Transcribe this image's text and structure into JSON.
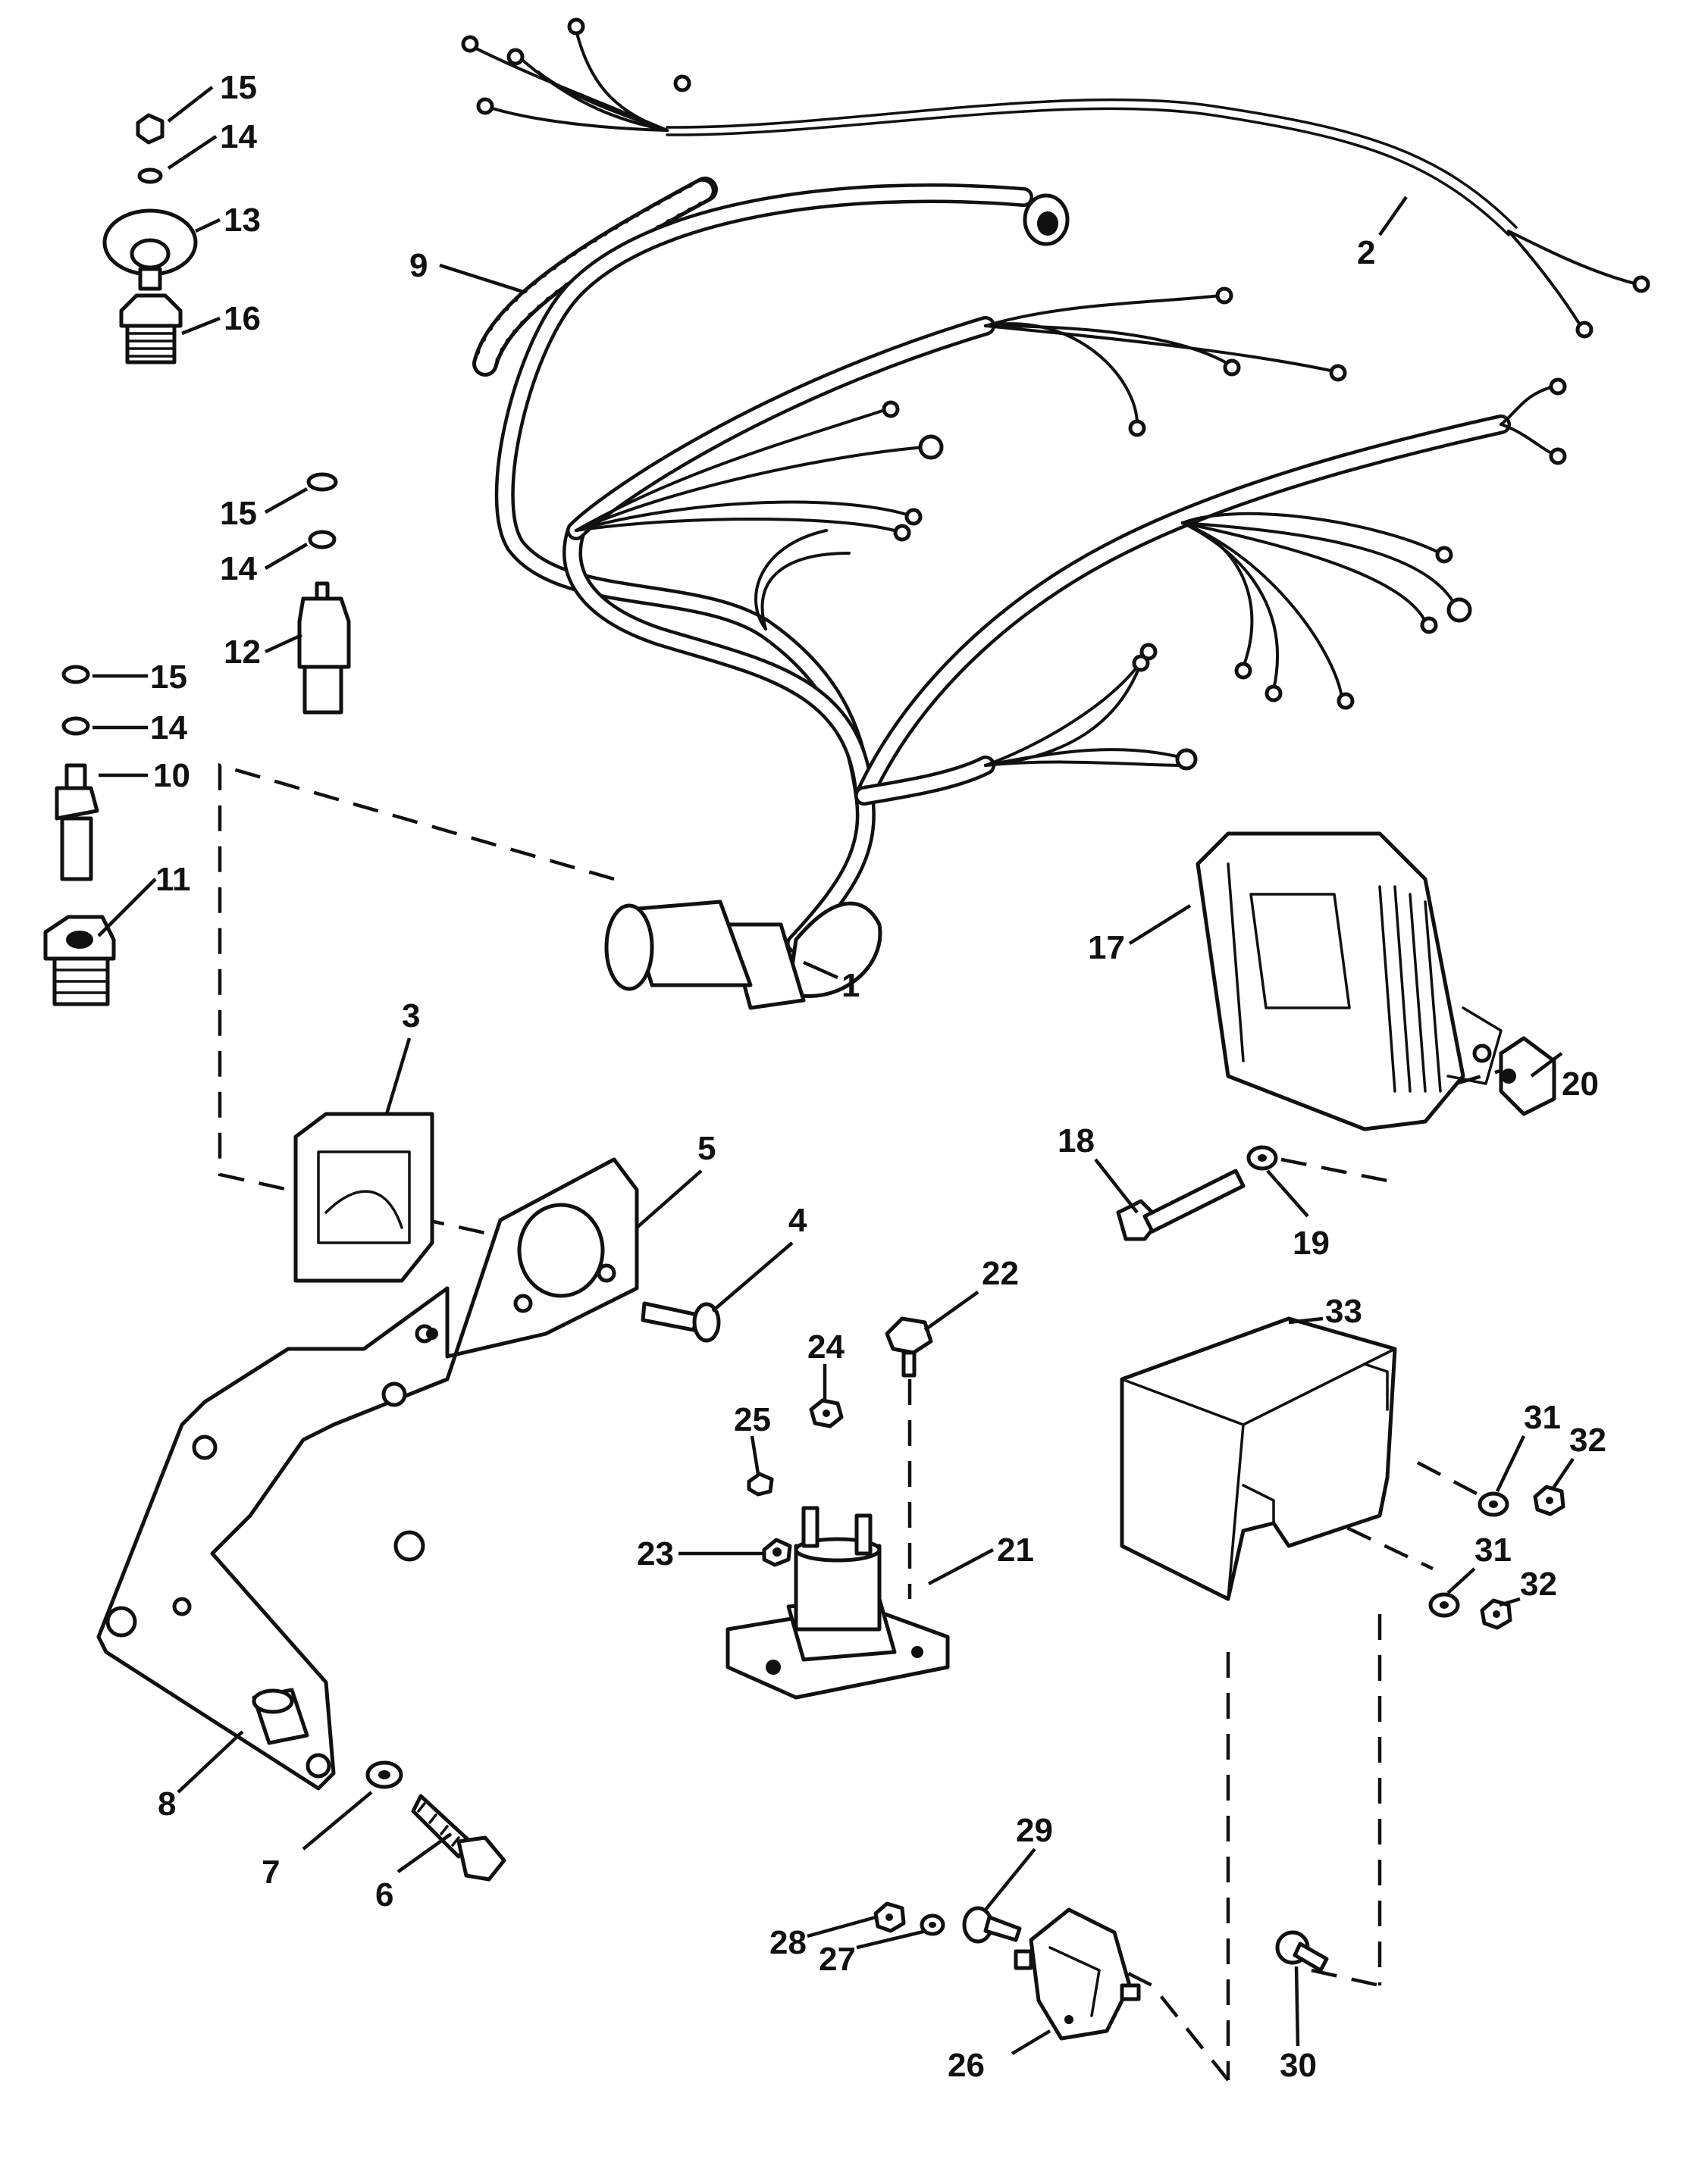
{
  "diagram": {
    "type": "exploded-parts-view",
    "colors": {
      "ink": "#111111",
      "paper": "#ffffff"
    },
    "callouts": [
      {
        "key": "c1",
        "label": "1",
        "part": "wiring-harness"
      },
      {
        "key": "c2",
        "label": "2",
        "part": "harness-extension"
      },
      {
        "key": "c3",
        "label": "3",
        "part": "gasket"
      },
      {
        "key": "c4",
        "label": "4",
        "part": "screw"
      },
      {
        "key": "c5",
        "label": "5",
        "part": "mounting-bracket"
      },
      {
        "key": "c6",
        "label": "6",
        "part": "bolt"
      },
      {
        "key": "c7",
        "label": "7",
        "part": "washer"
      },
      {
        "key": "c8",
        "label": "8",
        "part": "spacer"
      },
      {
        "key": "c9",
        "label": "9",
        "part": "convoluted-tubing"
      },
      {
        "key": "c10",
        "label": "10",
        "part": "sender"
      },
      {
        "key": "c11",
        "label": "11",
        "part": "adaptor"
      },
      {
        "key": "c12",
        "label": "12",
        "part": "sender"
      },
      {
        "key": "c13",
        "label": "13",
        "part": "switch"
      },
      {
        "key": "c14a",
        "label": "14",
        "part": "lockwasher"
      },
      {
        "key": "c14b",
        "label": "14",
        "part": "lockwasher"
      },
      {
        "key": "c14c",
        "label": "14",
        "part": "lockwasher"
      },
      {
        "key": "c15a",
        "label": "15",
        "part": "nut"
      },
      {
        "key": "c15b",
        "label": "15",
        "part": "nut"
      },
      {
        "key": "c15c",
        "label": "15",
        "part": "nut"
      },
      {
        "key": "c16",
        "label": "16",
        "part": "adaptor"
      },
      {
        "key": "c17",
        "label": "17",
        "part": "ignition-module"
      },
      {
        "key": "c18",
        "label": "18",
        "part": "bolt"
      },
      {
        "key": "c19",
        "label": "19",
        "part": "washer"
      },
      {
        "key": "c20",
        "label": "20",
        "part": "spacer"
      },
      {
        "key": "c21",
        "label": "21",
        "part": "starter-solenoid"
      },
      {
        "key": "c22",
        "label": "22",
        "part": "screw"
      },
      {
        "key": "c23",
        "label": "23",
        "part": "nut"
      },
      {
        "key": "c24",
        "label": "24",
        "part": "nut"
      },
      {
        "key": "c25",
        "label": "25",
        "part": "nut"
      },
      {
        "key": "c26",
        "label": "26",
        "part": "circuit-breaker"
      },
      {
        "key": "c27",
        "label": "27",
        "part": "lockwasher"
      },
      {
        "key": "c28",
        "label": "28",
        "part": "nut"
      },
      {
        "key": "c29",
        "label": "29",
        "part": "screw"
      },
      {
        "key": "c30",
        "label": "30",
        "part": "screw"
      },
      {
        "key": "c31a",
        "label": "31",
        "part": "washer"
      },
      {
        "key": "c31b",
        "label": "31",
        "part": "washer"
      },
      {
        "key": "c32a",
        "label": "32",
        "part": "nut"
      },
      {
        "key": "c32b",
        "label": "32",
        "part": "nut"
      },
      {
        "key": "c33",
        "label": "33",
        "part": "cover"
      }
    ]
  }
}
